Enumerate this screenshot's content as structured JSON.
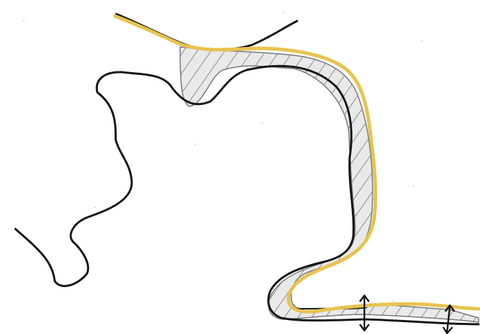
{
  "figure": {
    "kind": "hand-drawn sketch",
    "description_visible_text": "",
    "colors": {
      "background": "#ffffff",
      "outline_black": "#151515",
      "route_yellow": "#e7c34f",
      "hatch_gray": "#8a8a8a",
      "fill_light_gray": "#e9e9e9"
    },
    "layers": [
      {
        "name": "left-black-outline"
      },
      {
        "name": "yellow-route-line"
      },
      {
        "name": "hatched-gap-region"
      },
      {
        "name": "double-headed-arrows"
      }
    ]
  }
}
